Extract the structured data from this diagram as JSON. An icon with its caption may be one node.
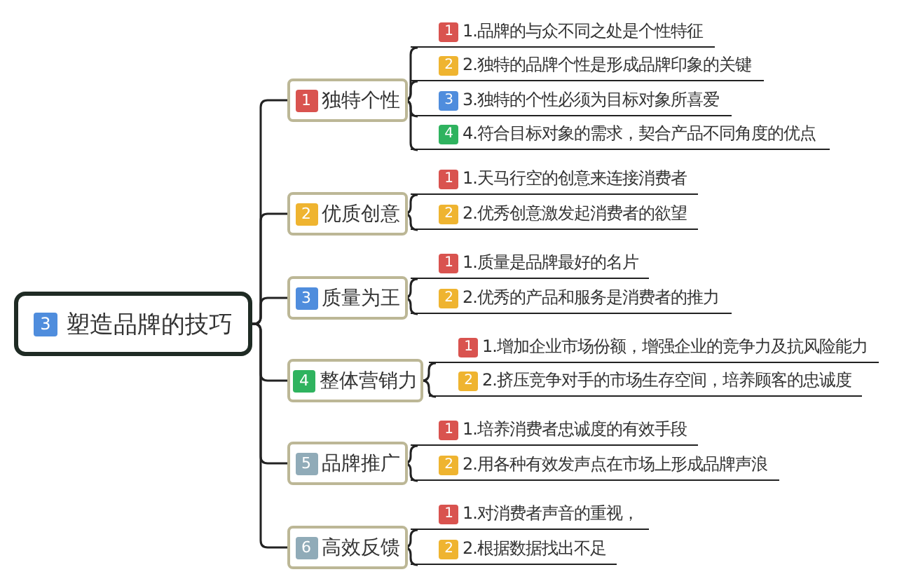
{
  "diagram": {
    "nodes": [
      {
        "text": [
          "3",
          "塑造品牌的技巧"
        ]
      },
      {
        "text": [
          "1",
          "独特个性"
        ]
      },
      {
        "text": [
          "1",
          "1.品牌的与众不同之处是个性特征"
        ]
      },
      {
        "text": [
          "2",
          "2.独特的品牌个性是形成品牌印象的关键"
        ]
      },
      {
        "text": [
          "3",
          "3.独特的个性必须为目标对象所喜爱"
        ]
      },
      {
        "text": [
          "4",
          "4.符合目标对象的需求，契合产品不同角度的优点"
        ]
      },
      {
        "text": [
          "2",
          "优质创意"
        ]
      },
      {
        "text": [
          "1",
          "1.天马行空的创意来连接消费者"
        ]
      },
      {
        "text": [
          "2",
          "2.优秀创意激发起消费者的欲望"
        ]
      },
      {
        "text": [
          "3",
          "质量为王"
        ]
      },
      {
        "text": [
          "1",
          "1.质量是品牌最好的名片"
        ]
      },
      {
        "text": [
          "2",
          "2.优秀的产品和服务是消费者的推力"
        ]
      },
      {
        "text": [
          "4",
          "整体营销力"
        ]
      },
      {
        "text": [
          "1",
          "1.增加企业市场份额，增强企业的竞争力及抗风险能力"
        ]
      },
      {
        "text": [
          "2",
          "2.挤压竞争对手的市场生存空间，培养顾客的忠诚度"
        ]
      },
      {
        "text": [
          "5",
          "品牌推广"
        ]
      },
      {
        "text": [
          "1",
          "1.培养消费者忠诚度的有效手段"
        ]
      },
      {
        "text": [
          "2",
          "2.用各种有效发声点在市场上形成品牌声浪"
        ]
      },
      {
        "text": [
          "6",
          "高效反馈"
        ]
      },
      {
        "text": [
          "1",
          "1.对消费者声音的重视，"
        ]
      },
      {
        "text": [
          "2",
          "2.根据数据找出不足"
        ]
      }
    ],
    "edges": [
      {
        "from": 0,
        "to": 1,
        "arrow": "none"
      },
      {
        "from": 0,
        "to": 6,
        "arrow": "none"
      },
      {
        "from": 0,
        "to": 9,
        "arrow": "none"
      },
      {
        "from": 0,
        "to": 12,
        "arrow": "none"
      },
      {
        "from": 0,
        "to": 15,
        "arrow": "none"
      },
      {
        "from": 0,
        "to": 18,
        "arrow": "none"
      },
      {
        "from": 1,
        "to": 2,
        "arrow": "none"
      },
      {
        "from": 1,
        "to": 3,
        "arrow": "none"
      },
      {
        "from": 1,
        "to": 4,
        "arrow": "none"
      },
      {
        "from": 1,
        "to": 5,
        "arrow": "none"
      },
      {
        "from": 6,
        "to": 7,
        "arrow": "none"
      },
      {
        "from": 6,
        "to": 8,
        "arrow": "none"
      },
      {
        "from": 9,
        "to": 10,
        "arrow": "none"
      },
      {
        "from": 9,
        "to": 11,
        "arrow": "none"
      },
      {
        "from": 12,
        "to": 13,
        "arrow": "none"
      },
      {
        "from": 12,
        "to": 14,
        "arrow": "none"
      },
      {
        "from": 15,
        "to": 16,
        "arrow": "none"
      },
      {
        "from": 15,
        "to": 17,
        "arrow": "none"
      },
      {
        "from": 18,
        "to": 19,
        "arrow": "none"
      },
      {
        "from": 18,
        "to": 20,
        "arrow": "none"
      }
    ]
  }
}
